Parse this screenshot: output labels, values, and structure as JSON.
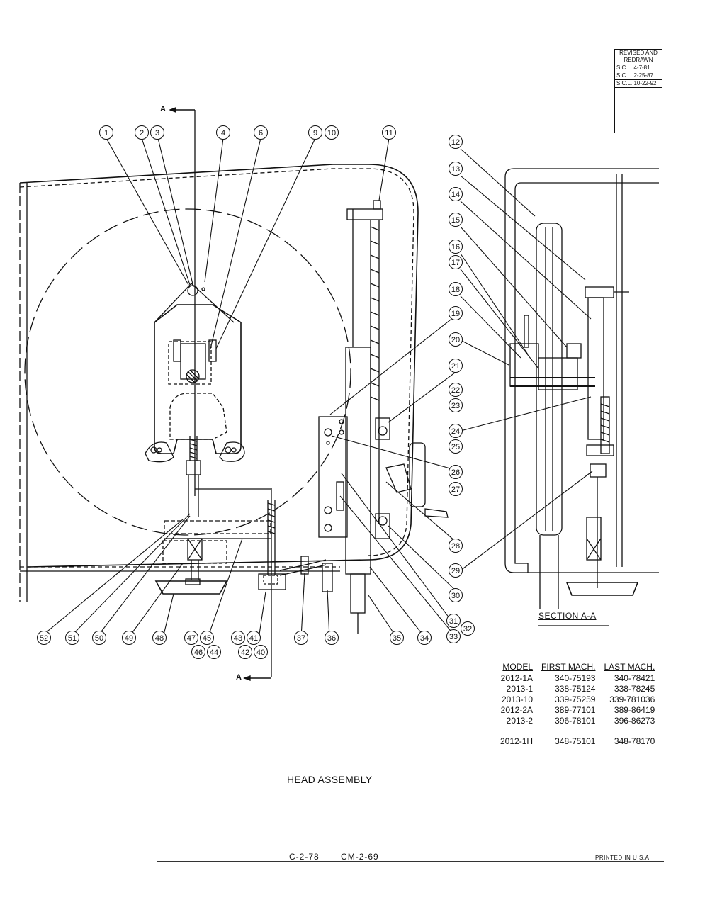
{
  "revision_box": {
    "header": "REVISED AND REDRAWN",
    "entries": [
      "S.C.L. 4-7-81",
      "S.C.L. 2-25-87",
      "S.C.L. 10-22-92"
    ]
  },
  "section_marks": {
    "top": "A",
    "bottom": "A"
  },
  "callouts": [
    {
      "id": "c1",
      "label": "1"
    },
    {
      "id": "c2",
      "label": "2"
    },
    {
      "id": "c3",
      "label": "3"
    },
    {
      "id": "c4",
      "label": "4"
    },
    {
      "id": "c6",
      "label": "6"
    },
    {
      "id": "c9",
      "label": "9"
    },
    {
      "id": "c10",
      "label": "10"
    },
    {
      "id": "c11",
      "label": "11"
    },
    {
      "id": "c12",
      "label": "12"
    },
    {
      "id": "c13",
      "label": "13"
    },
    {
      "id": "c14",
      "label": "14"
    },
    {
      "id": "c15",
      "label": "15"
    },
    {
      "id": "c16",
      "label": "16"
    },
    {
      "id": "c17",
      "label": "17"
    },
    {
      "id": "c18",
      "label": "18"
    },
    {
      "id": "c19",
      "label": "19"
    },
    {
      "id": "c20",
      "label": "20"
    },
    {
      "id": "c21",
      "label": "21"
    },
    {
      "id": "c22",
      "label": "22"
    },
    {
      "id": "c23",
      "label": "23"
    },
    {
      "id": "c24",
      "label": "24"
    },
    {
      "id": "c25",
      "label": "25"
    },
    {
      "id": "c26",
      "label": "26"
    },
    {
      "id": "c27",
      "label": "27"
    },
    {
      "id": "c28",
      "label": "28"
    },
    {
      "id": "c29",
      "label": "29"
    },
    {
      "id": "c30",
      "label": "30"
    },
    {
      "id": "c31",
      "label": "31"
    },
    {
      "id": "c32",
      "label": "32"
    },
    {
      "id": "c33",
      "label": "33"
    },
    {
      "id": "c34",
      "label": "34"
    },
    {
      "id": "c35",
      "label": "35"
    },
    {
      "id": "c36",
      "label": "36"
    },
    {
      "id": "c37",
      "label": "37"
    },
    {
      "id": "c40",
      "label": "40"
    },
    {
      "id": "c41",
      "label": "41"
    },
    {
      "id": "c42",
      "label": "42"
    },
    {
      "id": "c43",
      "label": "43"
    },
    {
      "id": "c44",
      "label": "44"
    },
    {
      "id": "c45",
      "label": "45"
    },
    {
      "id": "c46",
      "label": "46"
    },
    {
      "id": "c47",
      "label": "47"
    },
    {
      "id": "c48",
      "label": "48"
    },
    {
      "id": "c49",
      "label": "49"
    },
    {
      "id": "c50",
      "label": "50"
    },
    {
      "id": "c51",
      "label": "51"
    },
    {
      "id": "c52",
      "label": "52"
    }
  ],
  "section_label": "SECTION A-A",
  "model_table": {
    "headers": [
      "MODEL",
      "FIRST MACH.",
      "LAST MACH."
    ],
    "rows": [
      [
        "2012-1A",
        "340-75193",
        "340-78421"
      ],
      [
        "2013-1",
        "338-75124",
        "338-78245"
      ],
      [
        "2013-10",
        "339-75259",
        "339-781036"
      ],
      [
        "2012-2A",
        "389-77101",
        "389-86419"
      ],
      [
        "2013-2",
        "396-78101",
        "396-86273"
      ],
      [
        "2012-1H",
        "348-75101",
        "348-78170"
      ]
    ]
  },
  "title": "HEAD ASSEMBLY",
  "footer": {
    "code1": "C-2-78",
    "code2": "CM-2-69",
    "printed": "PRINTED IN U.S.A."
  }
}
